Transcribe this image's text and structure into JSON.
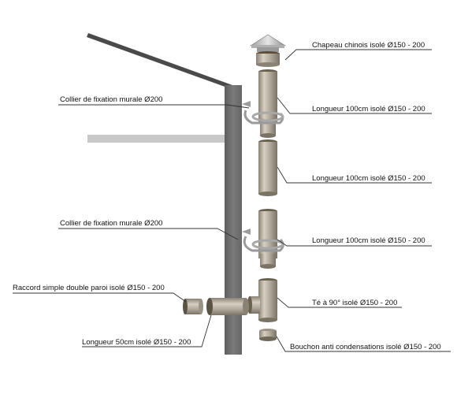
{
  "labels": {
    "chapeau": "Chapeau chinois isolé Ø150 - 200",
    "longueur1": "Longueur 100cm isolé Ø150 - 200",
    "longueur2": "Longueur 100cm isolé Ø150 - 200",
    "longueur3": "Longueur 100cm isolé Ø150 - 200",
    "te": "Té à 90° isolé Ø150 - 200",
    "bouchon": "Bouchon anti condensations isolé Ø150 - 200",
    "collier1": "Collier de fixation murale Ø200",
    "collier2": "Collier de fixation murale Ø200",
    "raccord": "Raccord simple double paroi isolé Ø150 - 200",
    "longueur50": "Longueur 50cm isolé Ø150 - 200"
  },
  "colors": {
    "wall": "#6e6e6e",
    "roof": "#4a4a4a",
    "floor": "#c8c8c8",
    "pipe_steel": "#b0a898",
    "leader_line": "#333333"
  },
  "icons": [
    "chimney-cap-icon",
    "wall-bracket-icon",
    "pipe-section-icon",
    "tee-fitting-icon",
    "condensation-cap-icon",
    "adapter-icon"
  ]
}
